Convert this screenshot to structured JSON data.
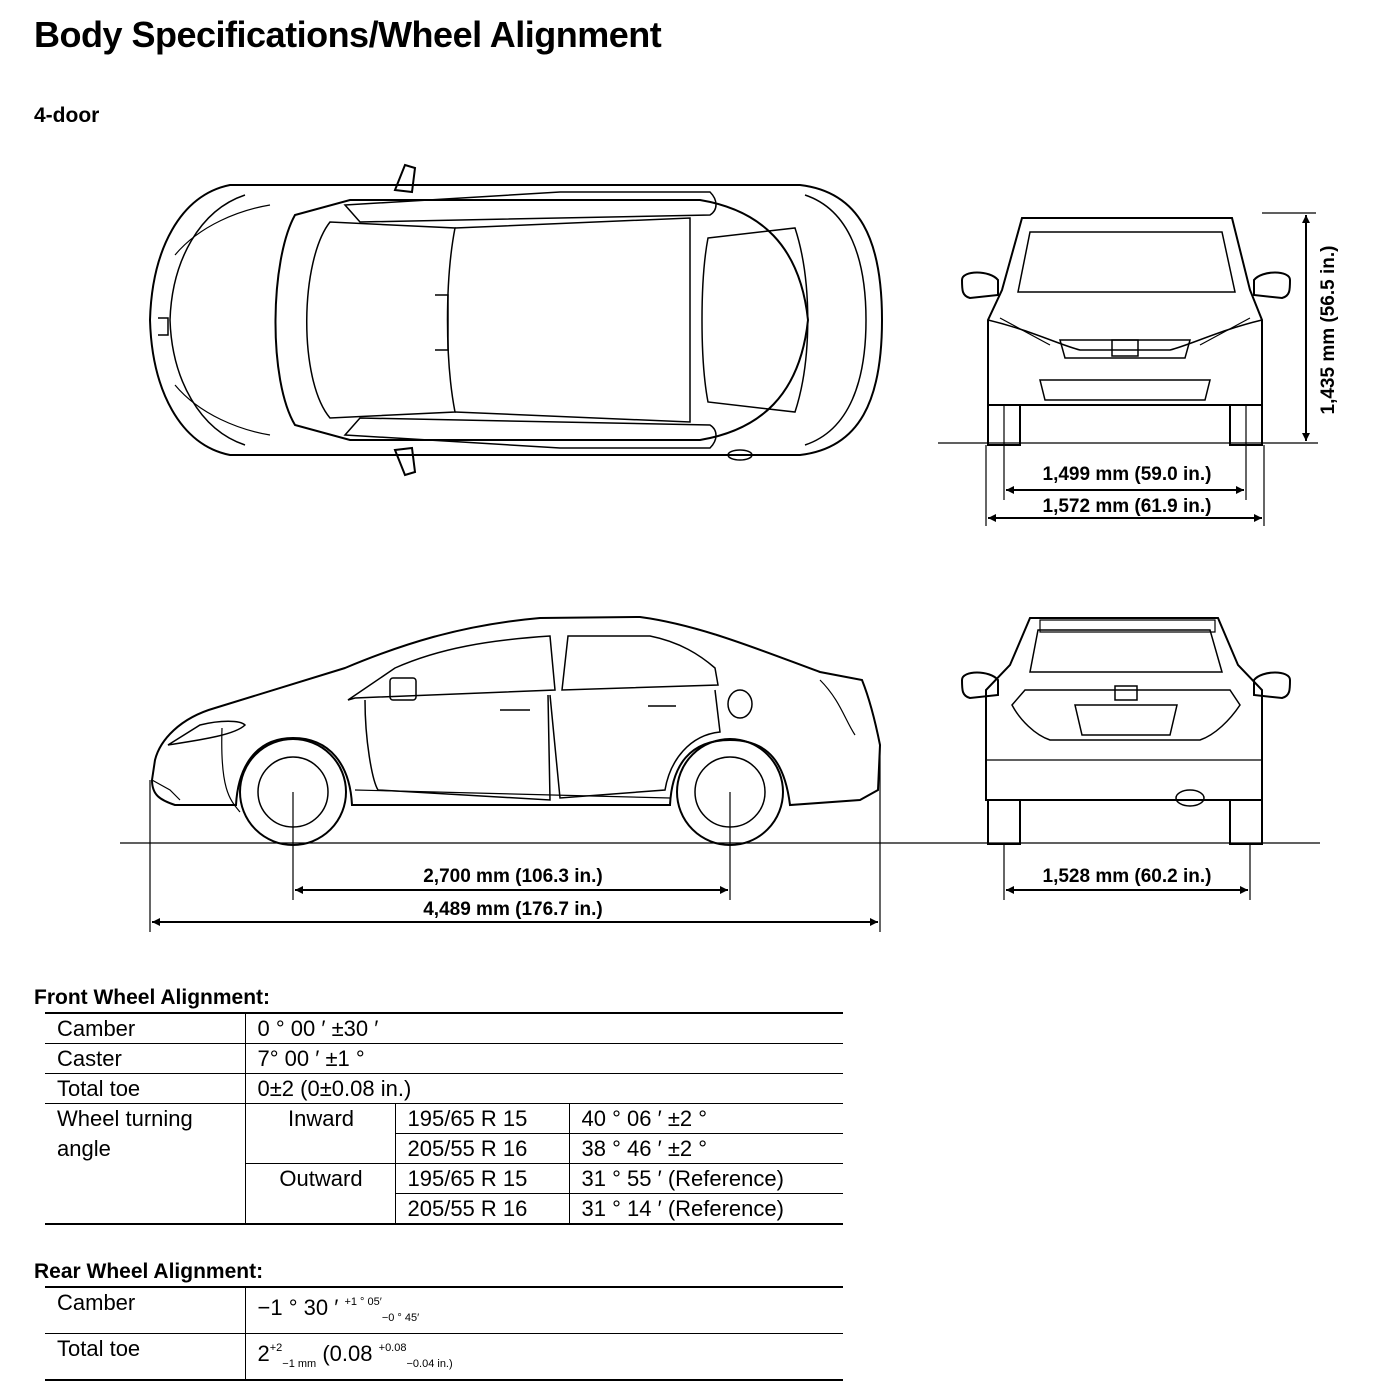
{
  "header": {
    "title": "Body Specifications/Wheel Alignment",
    "subtitle": "4-door"
  },
  "dimensions": {
    "height": "1,435 mm (56.5 in.)",
    "front_tread": "1,499 mm (59.0 in.)",
    "width": "1,572 mm (61.9 in.)",
    "wheelbase": "2,700 mm (106.3 in.)",
    "length": "4,489 mm (176.7 in.)",
    "rear_tread": "1,528 mm (60.2 in.)"
  },
  "front": {
    "heading": "Front Wheel Alignment:",
    "camber_label": "Camber",
    "camber_value": "0 ° 00 ′ ±30 ′",
    "caster_label": "Caster",
    "caster_value": "7° 00 ′ ±1 °",
    "toe_label": "Total toe",
    "toe_value": "0±2 (0±0.08 in.)",
    "turning_label_1": "Wheel turning",
    "turning_label_2": "angle",
    "inward": "Inward",
    "outward": "Outward",
    "tire_1": "195/65 R 15",
    "tire_2": "205/55 R 16",
    "inward_1": "40 ° 06 ′ ±2 °",
    "inward_2": "38 ° 46 ′  ±2 °",
    "outward_1": "31 ° 55 ′ (Reference)",
    "outward_2": "31 ° 14 ′ (Reference)"
  },
  "rear": {
    "heading": "Rear Wheel Alignment:",
    "camber_label": "Camber",
    "camber_main": "−1 ° 30 ′",
    "camber_plus": "+1 ° 05′",
    "camber_minus": "−0 ° 45′",
    "toe_label": "Total toe",
    "toe_main": "2",
    "toe_plus": "+2",
    "toe_minus": "−1 mm",
    "toe_in_main": "(0.08",
    "toe_in_plus": "+0.08",
    "toe_in_minus": "−0.04 in.)"
  }
}
